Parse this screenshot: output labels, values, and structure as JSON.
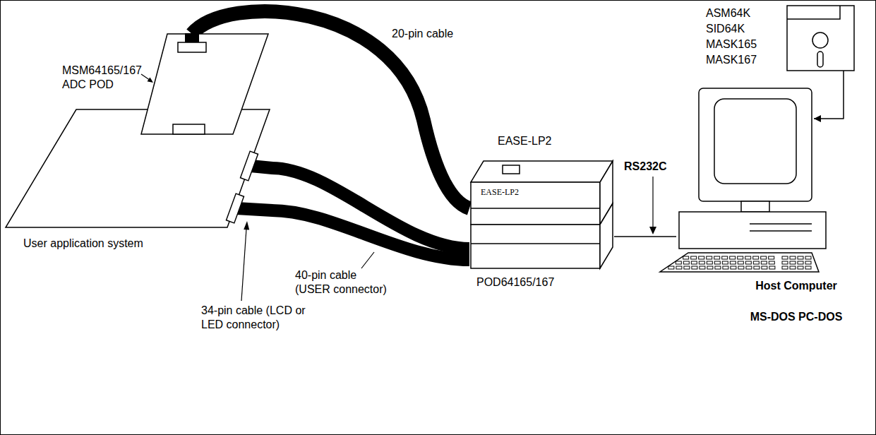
{
  "diagram": {
    "nodes": [
      {
        "text": [
          "MSM64165/167 ADC POD"
        ]
      },
      {
        "text": [
          "User application system"
        ]
      },
      {
        "text": [
          "EASE-LP2",
          "EASE-LP2"
        ]
      },
      {
        "text": [
          "POD64165/167"
        ]
      },
      {
        "text": [
          "ASM64K SID64K MASK165 MASK167"
        ]
      },
      {
        "text": [
          "Host Computer",
          "MS-DOS PC-DOS"
        ]
      }
    ],
    "edges": [
      {
        "from": 0,
        "to": 2,
        "arrow": "none"
      },
      {
        "from": 1,
        "to": 3,
        "arrow": "none"
      },
      {
        "from": 1,
        "to": 3,
        "arrow": "none"
      },
      {
        "from": 3,
        "to": 5,
        "arrow": "none"
      },
      {
        "from": 4,
        "to": 5,
        "arrow": "to"
      }
    ],
    "labels": [
      "20-pin cable",
      "40-pin cable (USER connector)",
      "34-pin cable (LCD or LED connector)",
      "RS232C"
    ]
  }
}
